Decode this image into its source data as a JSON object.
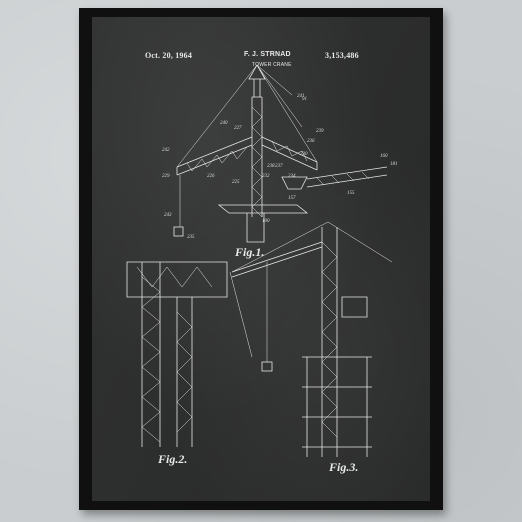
{
  "patent": {
    "date": "Oct. 20, 1964",
    "inventor": "F. J. STRNAD",
    "title": "TOWER CRANE",
    "number": "3,153,486"
  },
  "figures": {
    "fig1": "Fig.1.",
    "fig2": "Fig.2.",
    "fig3": "Fig.3."
  },
  "reference_numbers": [
    "241",
    "242",
    "240",
    "227",
    "239",
    "236",
    "230",
    "229",
    "226",
    "225",
    "238",
    "237",
    "232",
    "234",
    "181",
    "155",
    "157",
    "243",
    "235",
    "100",
    "91",
    "160"
  ],
  "colors": {
    "wall": "#c9cdcf",
    "frame": "#101010",
    "chalkboard": "#2a2b2b",
    "ink": "#e6e6e6"
  }
}
